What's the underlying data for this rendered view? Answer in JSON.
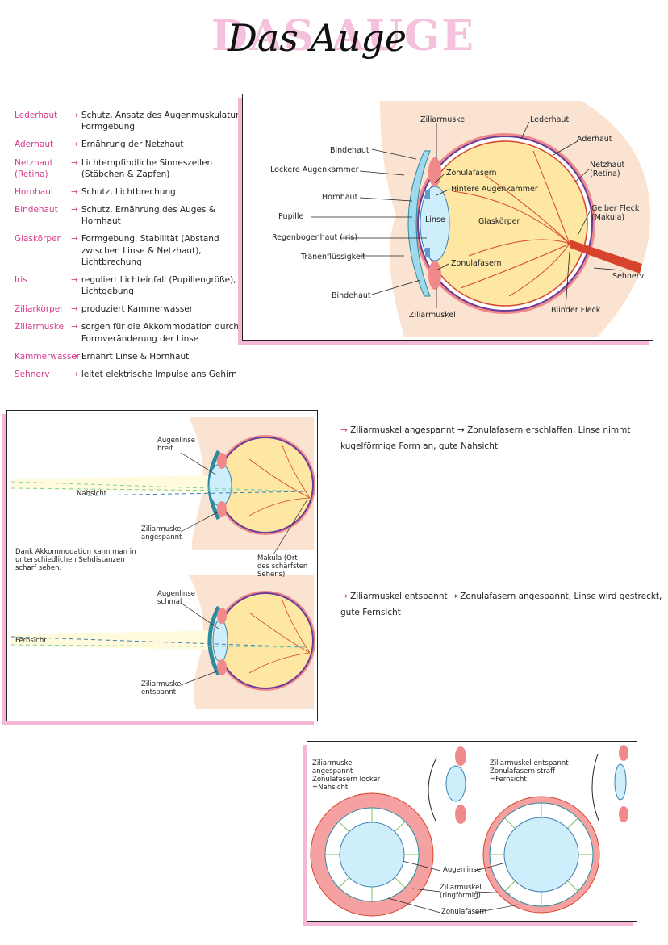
{
  "title": "Das Auge",
  "title_shadow": "DAS AUGE",
  "terms": [
    {
      "term": "Lederhaut",
      "desc": "Schutz, Ansatz des Augenmuskulatur, Formgebung"
    },
    {
      "term": "Aderhaut",
      "desc": "Ernährung der Netzhaut"
    },
    {
      "term": "Netzhaut (Retina)",
      "desc": "Lichtempfindliche Sinneszellen (Stäbchen & Zapfen)"
    },
    {
      "term": "Hornhaut",
      "desc": "Schutz, Lichtbrechung"
    },
    {
      "term": "Bindehaut",
      "desc": "Schutz, Ernährung des Auges & Hornhaut"
    },
    {
      "term": "Glaskörper",
      "desc": "Formgebung, Stabilität (Abstand zwischen Linse & Netzhaut), Lichtbrechung"
    },
    {
      "term": "Iris",
      "desc": "reguliert Lichteinfall (Pupillengröße), Lichtgebung"
    },
    {
      "term": "Ziliarkörper",
      "desc": "produziert Kammerwasser"
    },
    {
      "term": "Ziliarmuskel",
      "desc": "sorgen für die Akkommodation durch Formveränderung der Linse"
    },
    {
      "term": "Kammerwasser",
      "desc": "Ernährt Linse & Hornhaut"
    },
    {
      "term": "Sehnerv",
      "desc": "leitet elektrische Impulse ans Gehirn"
    }
  ],
  "diagram1": {
    "labels": {
      "ziliarmuskel_top": "Ziliarmuskel",
      "lederhaut": "Lederhaut",
      "aderhaut": "Aderhaut",
      "bindehaut_top": "Bindehaut",
      "lockere_augenkammer": "Lockere Augenkammer",
      "zonulafasern_top": "Zonulafasern",
      "hintere_augenkammer": "Hintere Augenkammer",
      "netzhaut": "Netzhaut (Retina)",
      "hornhaut": "Hornhaut",
      "pupille": "Pupille",
      "linse": "Linse",
      "glaskoerper": "Glaskörper",
      "gelber_fleck": "Gelber Fleck (Makula)",
      "regenbogenhaut": "Regenbogenhaut (Iris)",
      "traenenfluessigkeit": "Tränenflüssigkeit",
      "zonulafasern_bottom": "Zonulafasern",
      "sehnerv": "Sehnerv",
      "bindehaut_bottom": "Bindehaut",
      "ziliarmuskel_bottom": "Ziliarmuskel",
      "blinder_fleck": "Blinder Fleck"
    }
  },
  "diagram2": {
    "labels": {
      "augenlinse_breit": "Augenlinse breit",
      "nahsicht": "Nahsicht",
      "ziliarmuskel_angespannt": "Ziliarmuskel angespannt",
      "akkommodation_note": "Dank Akkommodation kann man in unterschiedlichen Sehdistanzen scharf sehen.",
      "makula": "Makula (Ort des schärfsten Sehens)",
      "augenlinse_schmal": "Augenlinse schmal",
      "fernsicht": "Fernsicht",
      "ziliarmuskel_entspannt": "Ziliarmuskel entspannt"
    }
  },
  "notes": {
    "near": "Ziliarmuskel angespannt → Zonulafasern erschlaffen, Linse nimmt kugelförmige Form an, gute Nahsicht",
    "far": "Ziliarmuskel entspannt → Zonulafasern angespannt, Linse wird gestreckt, gute Fernsicht"
  },
  "diagram3": {
    "left_caption": "Ziliarmuskel angespannt Zonulafasern locker =Nahsicht",
    "right_caption": "Ziliarmuskel entspannt Zonulafasern straff =Fernsicht",
    "augenlinse": "Augenlinse",
    "ziliarmuskel": "Ziliarmuskel (ringförmig)",
    "zonulafasern": "Zonulafasern"
  },
  "colors": {
    "pink": "#d63c8d",
    "shadow_pink": "#f4b8d6",
    "vitreous": "#fde7a3",
    "lens": "#cdeefa",
    "vessel": "#d8432b",
    "choroid": "#6a3d9a",
    "muscle": "#f08a8a",
    "skin": "#fbe3d2"
  }
}
